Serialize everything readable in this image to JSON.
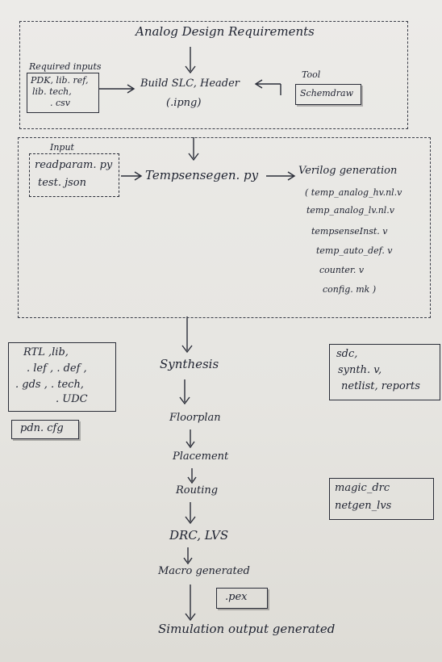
{
  "title": "Analog Design Requirements",
  "required_inputs": {
    "heading": "Required inputs",
    "lines": [
      "PDK, lib. ref,",
      "lib. tech,",
      ". csv"
    ]
  },
  "build": {
    "line1": "Build SLC, Header",
    "line2": "(.ipng)"
  },
  "tool": {
    "heading": "Tool",
    "name": "Schemdraw"
  },
  "input": {
    "heading": "Input",
    "lines": [
      "readparam. py",
      "test. json"
    ]
  },
  "tempsense": "Tempsensegen. py",
  "verilog": {
    "heading": "Verilog generation",
    "files": [
      "( temp_analog_hv.nl.v",
      "temp_analog_lv.nl.v",
      "tempsenseInst. v",
      "temp_auto_def. v",
      "counter. v",
      "config. mk )"
    ]
  },
  "left_inputs": {
    "lines": [
      "RTL ,lib,",
      ". lef , . def ,",
      ". gds , . tech,",
      ". UDC"
    ],
    "pdn": "pdn. cfg"
  },
  "flow": [
    "Synthesis",
    "Floorplan",
    "Placement",
    "Routing",
    "DRC, LVS",
    "Macro generated",
    "Simulation output generated"
  ],
  "synth_outputs": {
    "lines": [
      "sdc,",
      "synth. v,",
      "netlist, reports"
    ]
  },
  "verif_tools": {
    "lines": [
      "magic_drc",
      "netgen_lvs"
    ]
  },
  "pex": ".pex"
}
